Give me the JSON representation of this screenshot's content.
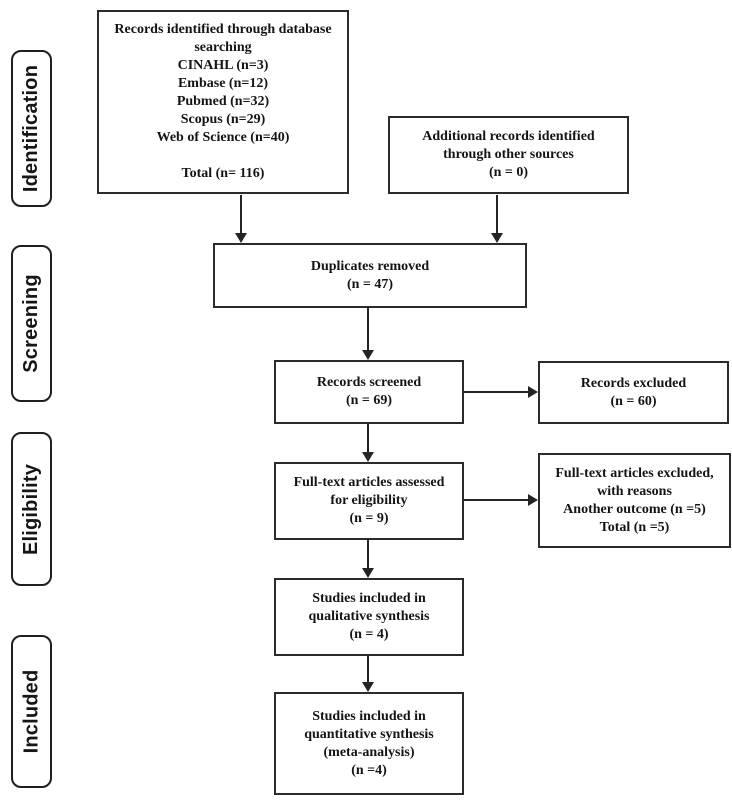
{
  "sidebar": {
    "stages": [
      {
        "label": "Identification"
      },
      {
        "label": "Screening"
      },
      {
        "label": "Eligibility"
      },
      {
        "label": "Included"
      }
    ]
  },
  "boxes": {
    "records_identified": {
      "text": "Records identified through database\nsearching\nCINAHL (n=3)\nEmbase (n=12)\nPubmed (n=32)\nScopus (n=29)\nWeb of Science (n=40)\n\nTotal (n= 116)"
    },
    "additional_records": {
      "text": "Additional records identified\nthrough other sources\n(n = 0)"
    },
    "duplicates_removed": {
      "text": "Duplicates removed\n(n = 47)"
    },
    "records_screened": {
      "text": "Records screened\n(n = 69)"
    },
    "records_excluded": {
      "text": "Records excluded\n(n = 60)"
    },
    "fulltext_assessed": {
      "text": "Full-text articles assessed\nfor eligibility\n(n = 9)"
    },
    "fulltext_excluded": {
      "text": "Full-text articles excluded,\nwith reasons\nAnother outcome (n =5)\nTotal (n =5)"
    },
    "qualitative_synthesis": {
      "text": "Studies included in\nqualitative synthesis\n(n = 4)"
    },
    "quantitative_synthesis": {
      "text": "Studies included in\nquantitative synthesis\n(meta-analysis)\n(n =4)"
    }
  },
  "colors": {
    "box_border": "#2b2b2b",
    "text": "#141414",
    "arrow": "#242424",
    "background": "#ffffff"
  }
}
